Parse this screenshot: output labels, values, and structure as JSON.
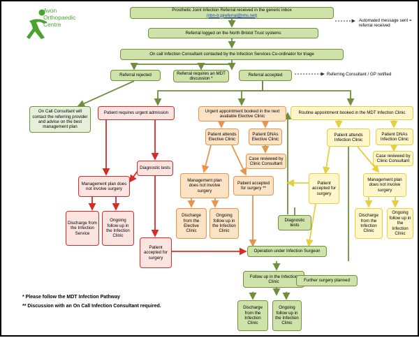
{
  "logo": {
    "line1": "Avon",
    "line2": "Orthopaedic",
    "line3": "Centre",
    "color": "#4aa32e"
  },
  "nodes": {
    "referral_received": "Prosthetic Joint Infection Referral received in the generic inbox",
    "inbox_email": "(nbn-tr.pjreferral@nhs.net)",
    "logged": "Referral logged on the North Bristol Trust systems",
    "triage": "On call Infection Consultant contacted by the Infection Services Co-ordinator for triage",
    "rejected": "Referral rejected",
    "mdt": "Referral requires an MDT discussion *",
    "accepted": "Referral accepted",
    "on_call": "On Call Consultant will contact the referring provider and advise on the best management plan",
    "urgent_admission": "Patient requires urgent admission",
    "urgent_appt": "Urgent appointment booked in the next available Elective Clinic",
    "routine_appt": "Routine appointment booked in the MDT Infection Clinic",
    "attends_elective": "Patient attends Elective Clinic",
    "dnas_elective": "Patient DNAs Elective Clinic",
    "attends_infection": "Patient attends Infection Clinic",
    "dnas_infection": "Patient DNAs Infection Clinic",
    "case_review_elective": "Case reviewed by Clinic Consultant",
    "case_review_infection": "Case reviewed by Clinic Consultant",
    "mgmt_red": "Management plan does not involve surgery",
    "diagnostic_red": "Diagnostic tests",
    "mgmt_orange": "Management plan does not involve surgery",
    "accepted_orange": "Patient accepted for surgery **",
    "accepted_yellow": "Patient accepted for surgery",
    "mgmt_yellow": "Management plan does not involve surgery",
    "discharge_infection_service": "Discharge from the Infection Service",
    "ongoing_red": "Ongoing follow up in the Infection Clinic",
    "discharge_elective": "Discharge from the Elective Clinic",
    "ongoing_orange": "Ongoing follow up in the Infection Clinic",
    "diagnostic_green": "Diagnostic tests",
    "discharge_yellow": "Discharge from the Infection Clinic",
    "ongoing_yellow": "Ongoing follow up in the Infection Clinic",
    "accepted_red": "Patient accepted for surgery",
    "operation": "Operation under Infection Surgeon",
    "follow_up": "Follow up in the Infection Clinic",
    "further_surgery": "Further surgery planned",
    "discharge_green": "Discharge from the Infection Clinic",
    "ongoing_green": "Ongoing follow up in the Infection Clinic"
  },
  "notes": {
    "auto_message": "Automated message sent = referral received",
    "gp_notified": "Referring Consultant / GP notified"
  },
  "footnotes": {
    "star1": "* Please follow the MDT Infection Pathway",
    "star2": "** Discussion with an On Call Infection Consultant required."
  },
  "colors": {
    "green_border": "#6f8f3b",
    "green_fill": "#cfe2a9",
    "red": "#d92b25",
    "orange": "#e8944a",
    "yellow": "#e6cf3c"
  }
}
